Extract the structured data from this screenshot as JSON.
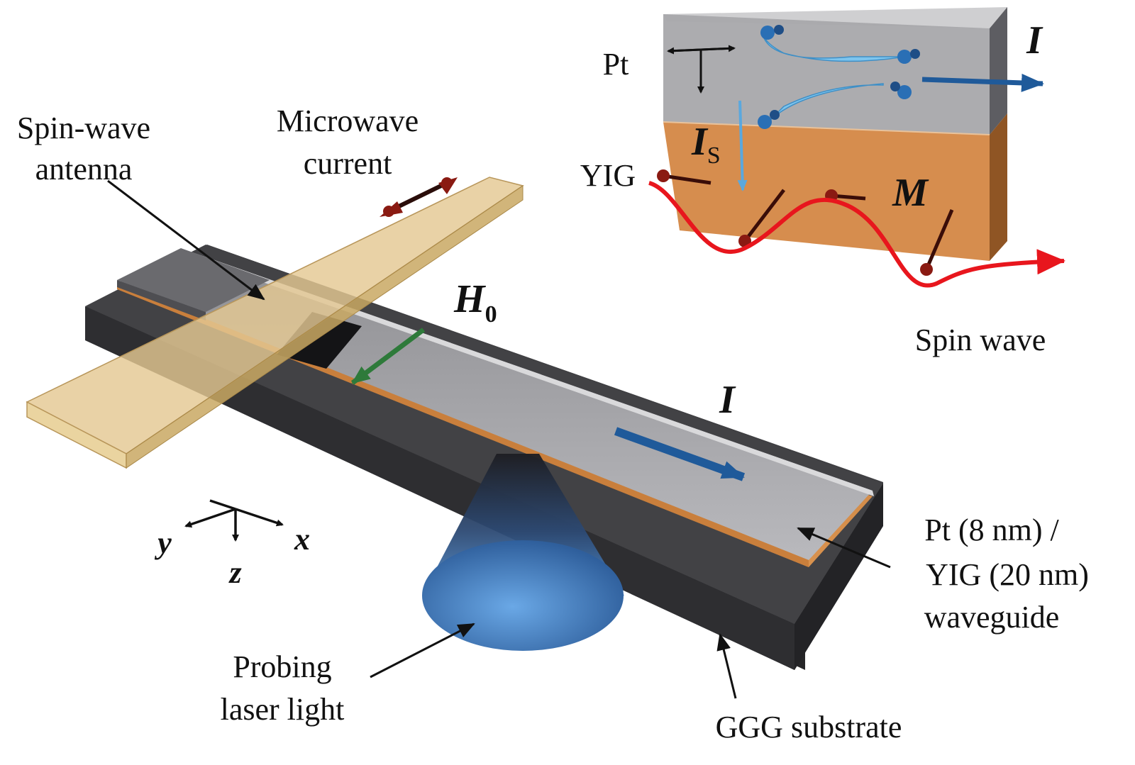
{
  "labels": {
    "spin_wave_antenna_l1": "Spin-wave",
    "spin_wave_antenna_l2": "antenna",
    "microwave_current_l1": "Microwave",
    "microwave_current_l2": "current",
    "pt_layer": "Pt",
    "yig_layer": "YIG",
    "current_inset": "I",
    "spin_current": "I",
    "spin_current_sub": "S",
    "magnetization": "M",
    "spin_wave": "Spin wave",
    "field": "H",
    "field_sub": "0",
    "current_main": "I",
    "waveguide_l1": "Pt (8 nm) /",
    "waveguide_l2": "YIG (20 nm)",
    "waveguide_l3": "waveguide",
    "laser_l1": "Probing",
    "laser_l2": "laser light",
    "substrate": "GGG substrate",
    "axis_x": "x",
    "axis_y": "y",
    "axis_z": "z"
  },
  "colors": {
    "antenna": "#e2c58c",
    "substrate": "#3f3f41",
    "pt": "#a9a9ab",
    "yig": "#c8843e",
    "spin_wave": "#e8161d",
    "current": "#1f5a9a",
    "field": "#2e7a3a",
    "laser": "#5a95d6",
    "spin": "#2a6fb5",
    "magnetization": "#8a1a12"
  }
}
